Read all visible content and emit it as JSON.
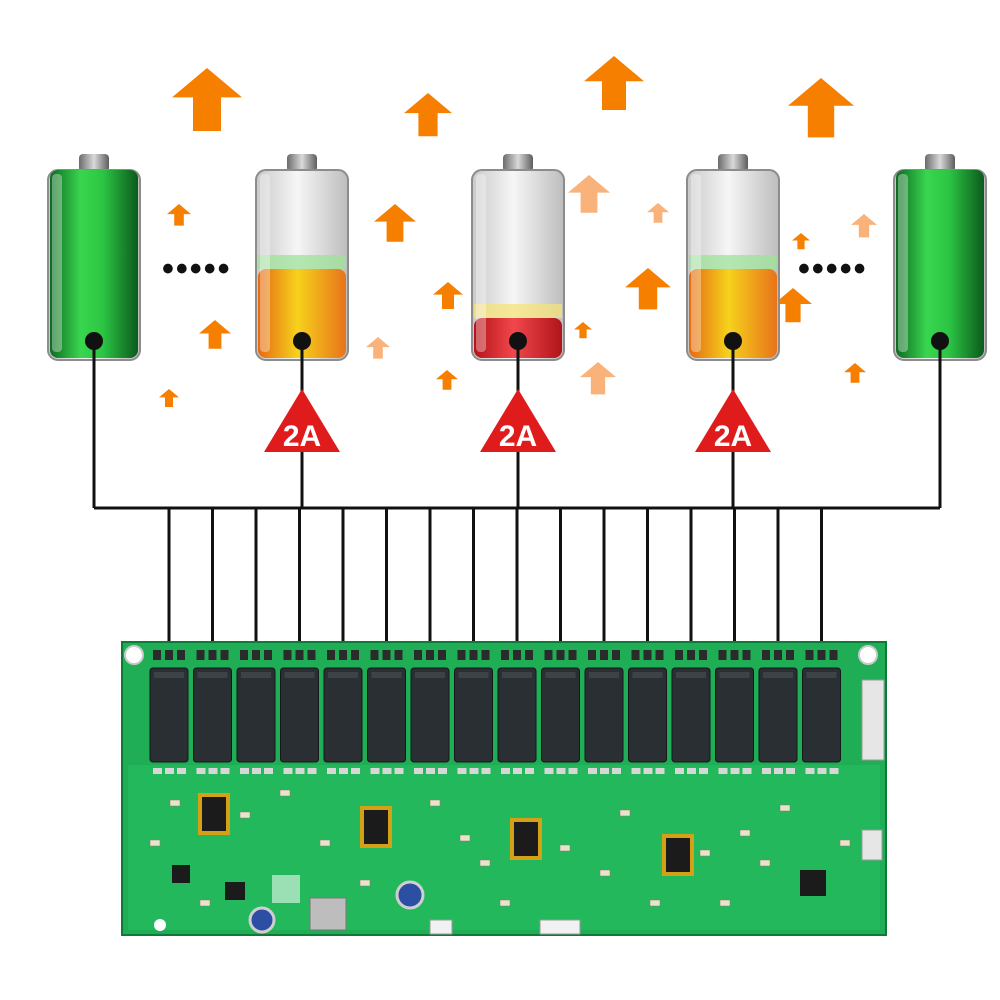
{
  "diagram": {
    "batteries": [
      {
        "id": "battery-1",
        "state": "full",
        "fill_level": 1.0,
        "fill_color": "#1fb83a"
      },
      {
        "id": "battery-2",
        "state": "half",
        "fill_level": 0.48,
        "fill_color": "#f7a21b"
      },
      {
        "id": "battery-3",
        "state": "low",
        "fill_level": 0.22,
        "fill_color": "#d8232a"
      },
      {
        "id": "battery-4",
        "state": "half",
        "fill_level": 0.48,
        "fill_color": "#f7a21b"
      },
      {
        "id": "battery-5",
        "state": "full",
        "fill_level": 1.0,
        "fill_color": "#1fb83a"
      }
    ],
    "ellipsis": "•••••",
    "current_labels": [
      "2A",
      "2A",
      "2A"
    ],
    "relay_count": 16,
    "colors": {
      "arrow": "#f77f00",
      "arrow_light": "#f9b27a",
      "warning": "#e01b1b",
      "wire": "#111111",
      "pcb": "#1fae55",
      "relay": "#2a2f33"
    }
  }
}
